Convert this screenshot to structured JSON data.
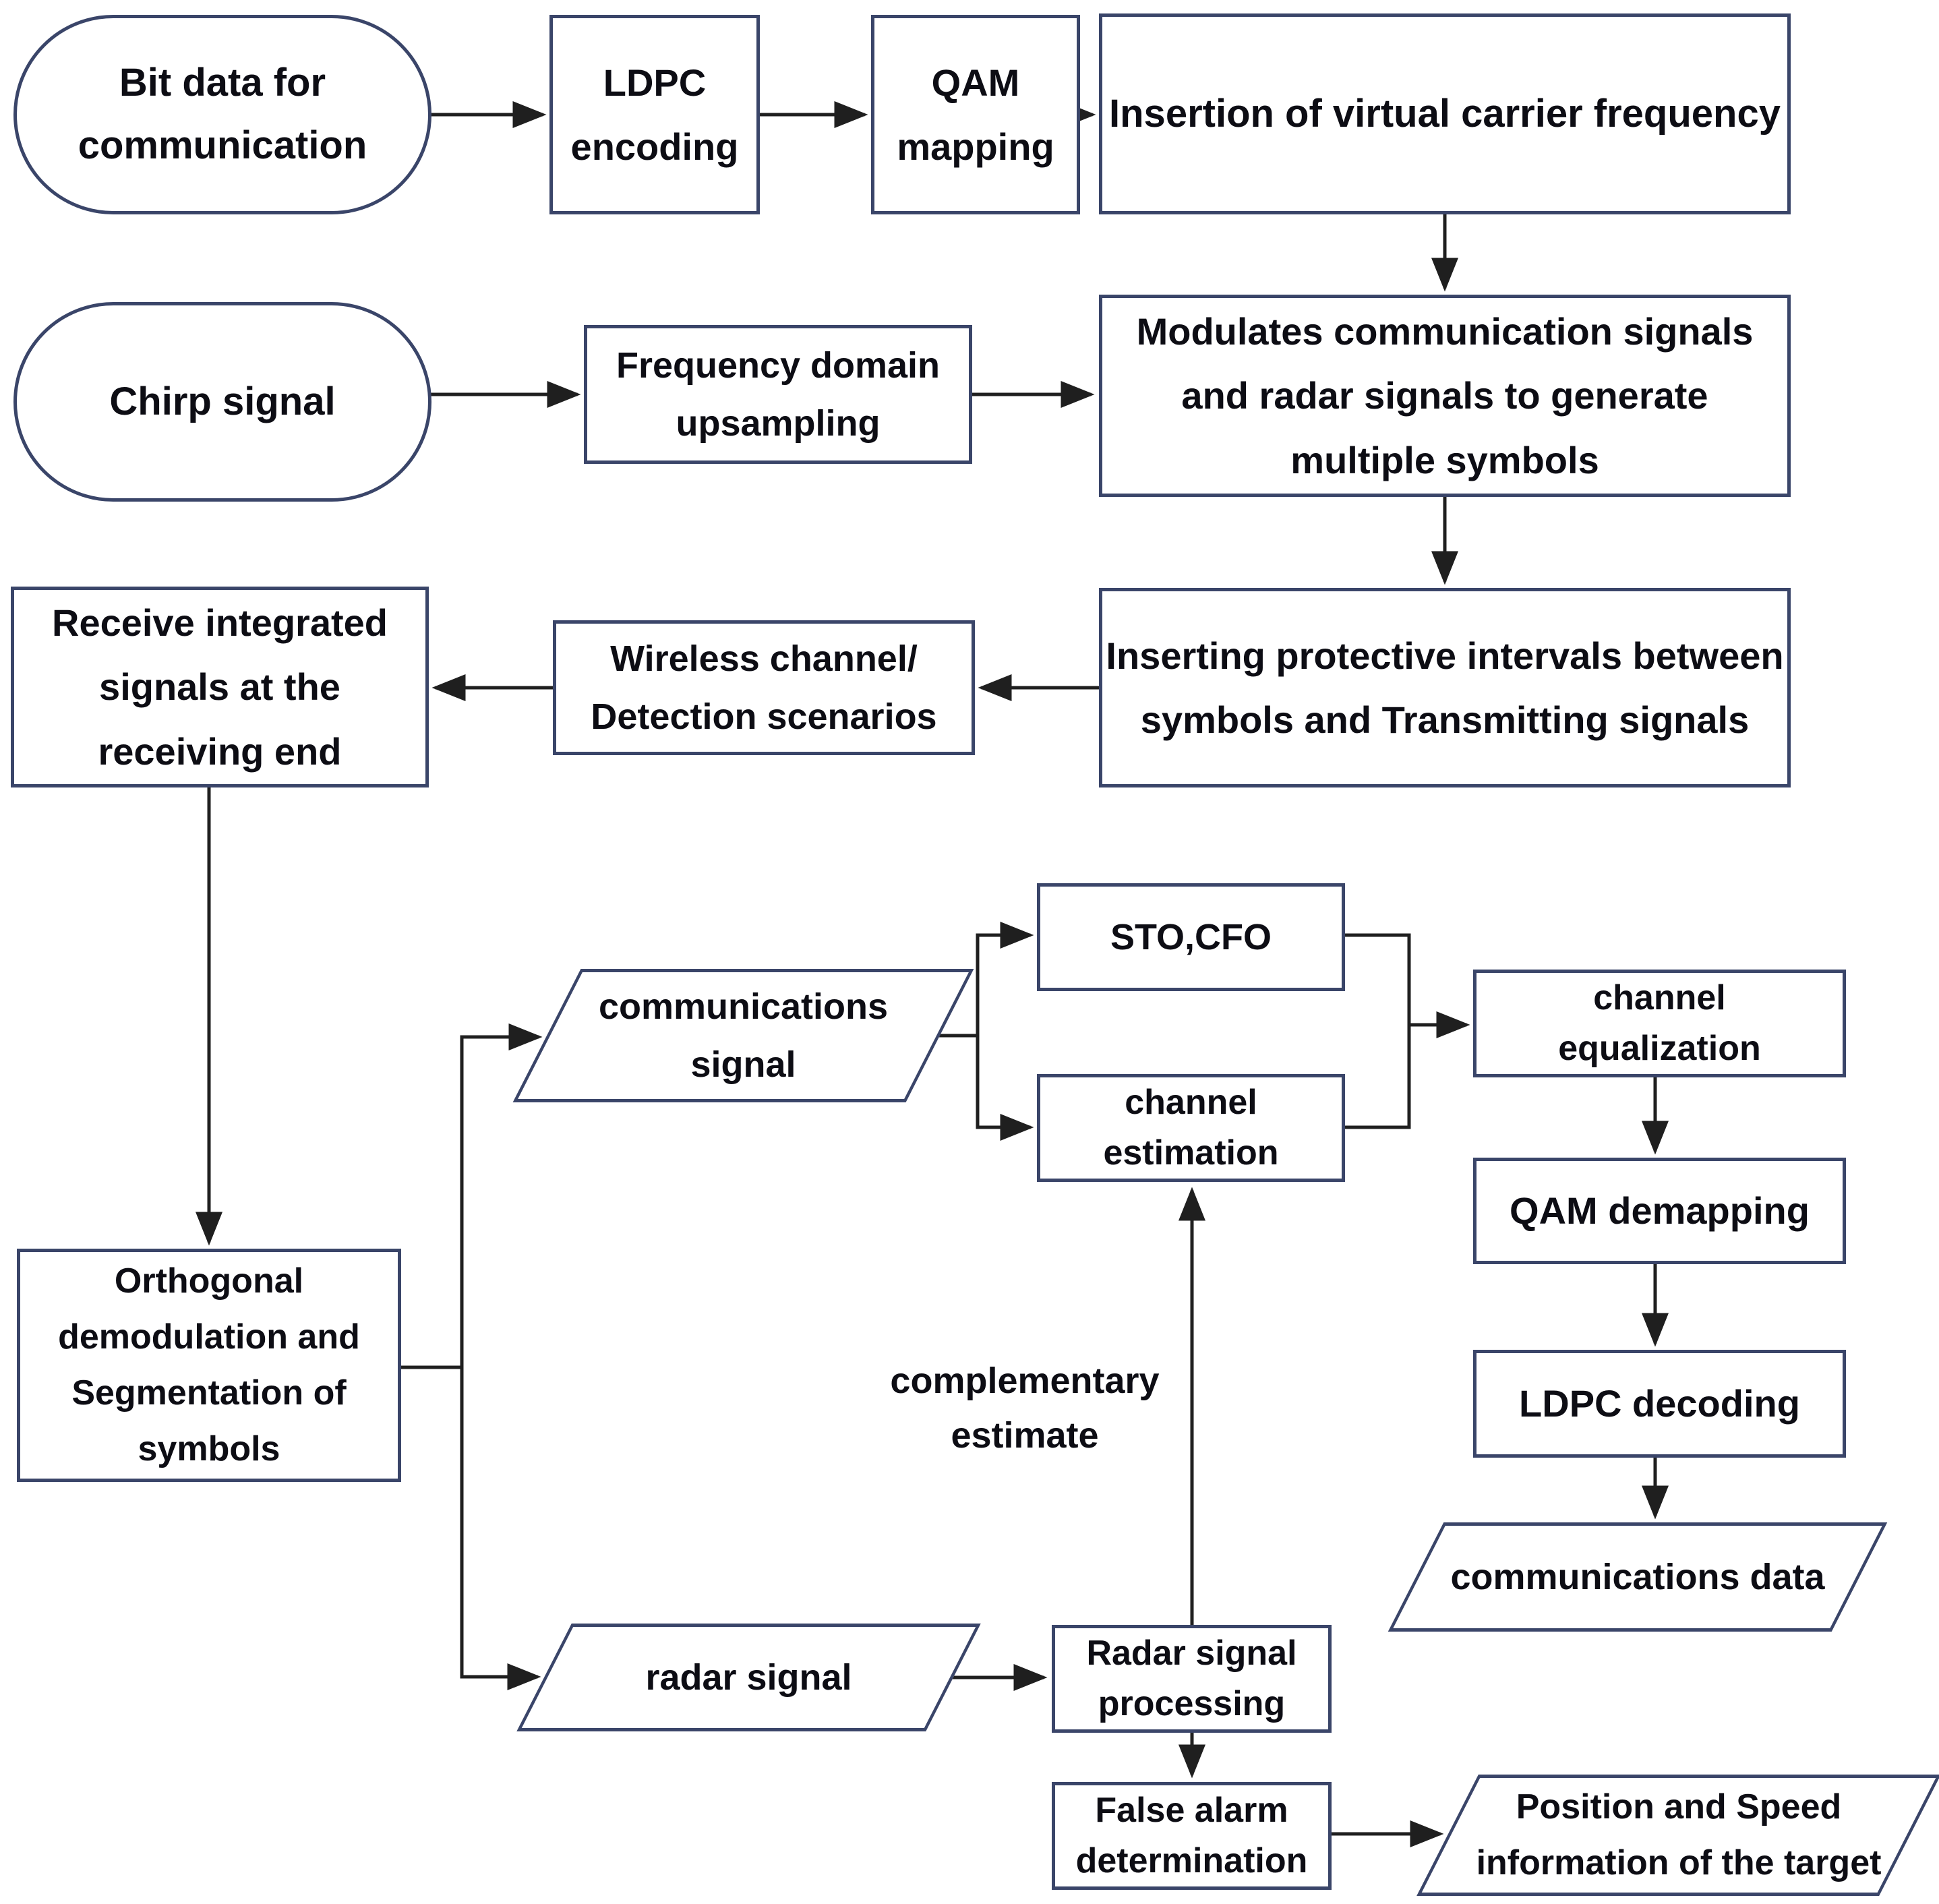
{
  "diagram": {
    "background": "#ffffff",
    "border_color": "#3a4569",
    "line_color": "#1f1f1f",
    "text_color": "#0d0d14"
  },
  "nodes": {
    "bit_data": {
      "shape": "terminator",
      "lines": [
        "Bit data for",
        "communication"
      ]
    },
    "ldpc_encoding": {
      "shape": "process",
      "lines": [
        "LDPC",
        "encoding"
      ]
    },
    "qam_mapping": {
      "shape": "process",
      "lines": [
        "QAM",
        "mapping"
      ]
    },
    "insertion_vcf": {
      "shape": "process",
      "lines": [
        "Insertion of virtual carrier frequency"
      ]
    },
    "chirp": {
      "shape": "terminator",
      "lines": [
        "Chirp signal"
      ]
    },
    "freq_upsampling": {
      "shape": "process",
      "lines": [
        "Frequency domain",
        "upsampling"
      ]
    },
    "modulates": {
      "shape": "process",
      "lines": [
        "Modulates communication signals",
        "and radar signals to generate",
        "multiple symbols"
      ]
    },
    "receive": {
      "shape": "process",
      "lines": [
        "Receive integrated",
        "signals at the",
        "receiving end"
      ]
    },
    "wireless": {
      "shape": "process",
      "lines": [
        "Wireless channel/",
        "Detection scenarios"
      ]
    },
    "inserting_protective": {
      "shape": "process",
      "lines": [
        "Inserting protective intervals between",
        "symbols and Transmitting signals"
      ]
    },
    "orthogonal": {
      "shape": "process",
      "lines": [
        "Orthogonal",
        "demodulation and",
        "Segmentation of",
        "symbols"
      ]
    },
    "comm_signal": {
      "shape": "io",
      "lines": [
        "communications",
        "signal"
      ]
    },
    "sto_cfo": {
      "shape": "process",
      "lines": [
        "STO,CFO"
      ]
    },
    "channel_estimation": {
      "shape": "process",
      "lines": [
        "channel",
        "estimation"
      ]
    },
    "channel_equalization": {
      "shape": "process",
      "lines": [
        "channel",
        "equalization"
      ]
    },
    "qam_demapping": {
      "shape": "process",
      "lines": [
        "QAM demapping"
      ]
    },
    "ldpc_decoding": {
      "shape": "process",
      "lines": [
        "LDPC decoding"
      ]
    },
    "comm_data": {
      "shape": "io",
      "lines": [
        "communications data"
      ]
    },
    "radar_signal": {
      "shape": "io",
      "lines": [
        "radar signal"
      ]
    },
    "radar_processing": {
      "shape": "process",
      "lines": [
        "Radar signal",
        "processing"
      ]
    },
    "false_alarm": {
      "shape": "process",
      "lines": [
        "False alarm",
        "determination"
      ]
    },
    "position_speed": {
      "shape": "io",
      "lines": [
        "Position and Speed",
        "information of the target"
      ]
    }
  },
  "labels": {
    "complementary": {
      "lines": [
        "complementary",
        "estimate"
      ]
    }
  }
}
